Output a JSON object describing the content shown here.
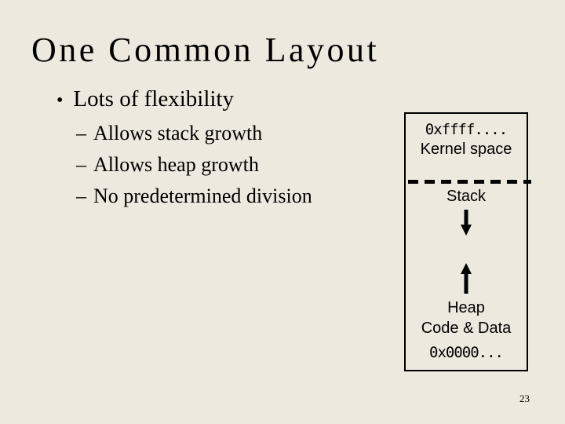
{
  "slide": {
    "title": "One Common Layout",
    "page_number": "23",
    "colors": {
      "background": "#EDE9DF",
      "text": "#000000"
    },
    "bullets": {
      "bullet_char": "•",
      "dash_char": "–",
      "main": "Lots of flexibility",
      "sub": [
        "Allows stack growth",
        "Allows heap growth",
        "No predetermined division"
      ]
    },
    "diagram": {
      "top_address": "0xffff....",
      "kernel_label": "Kernel space",
      "stack_label": "Stack",
      "stack_growth_icon": "down-arrow",
      "heap_growth_icon": "up-arrow",
      "heap_label": "Heap",
      "code_data_label": "Code & Data",
      "bottom_address": "0x0000..."
    }
  }
}
